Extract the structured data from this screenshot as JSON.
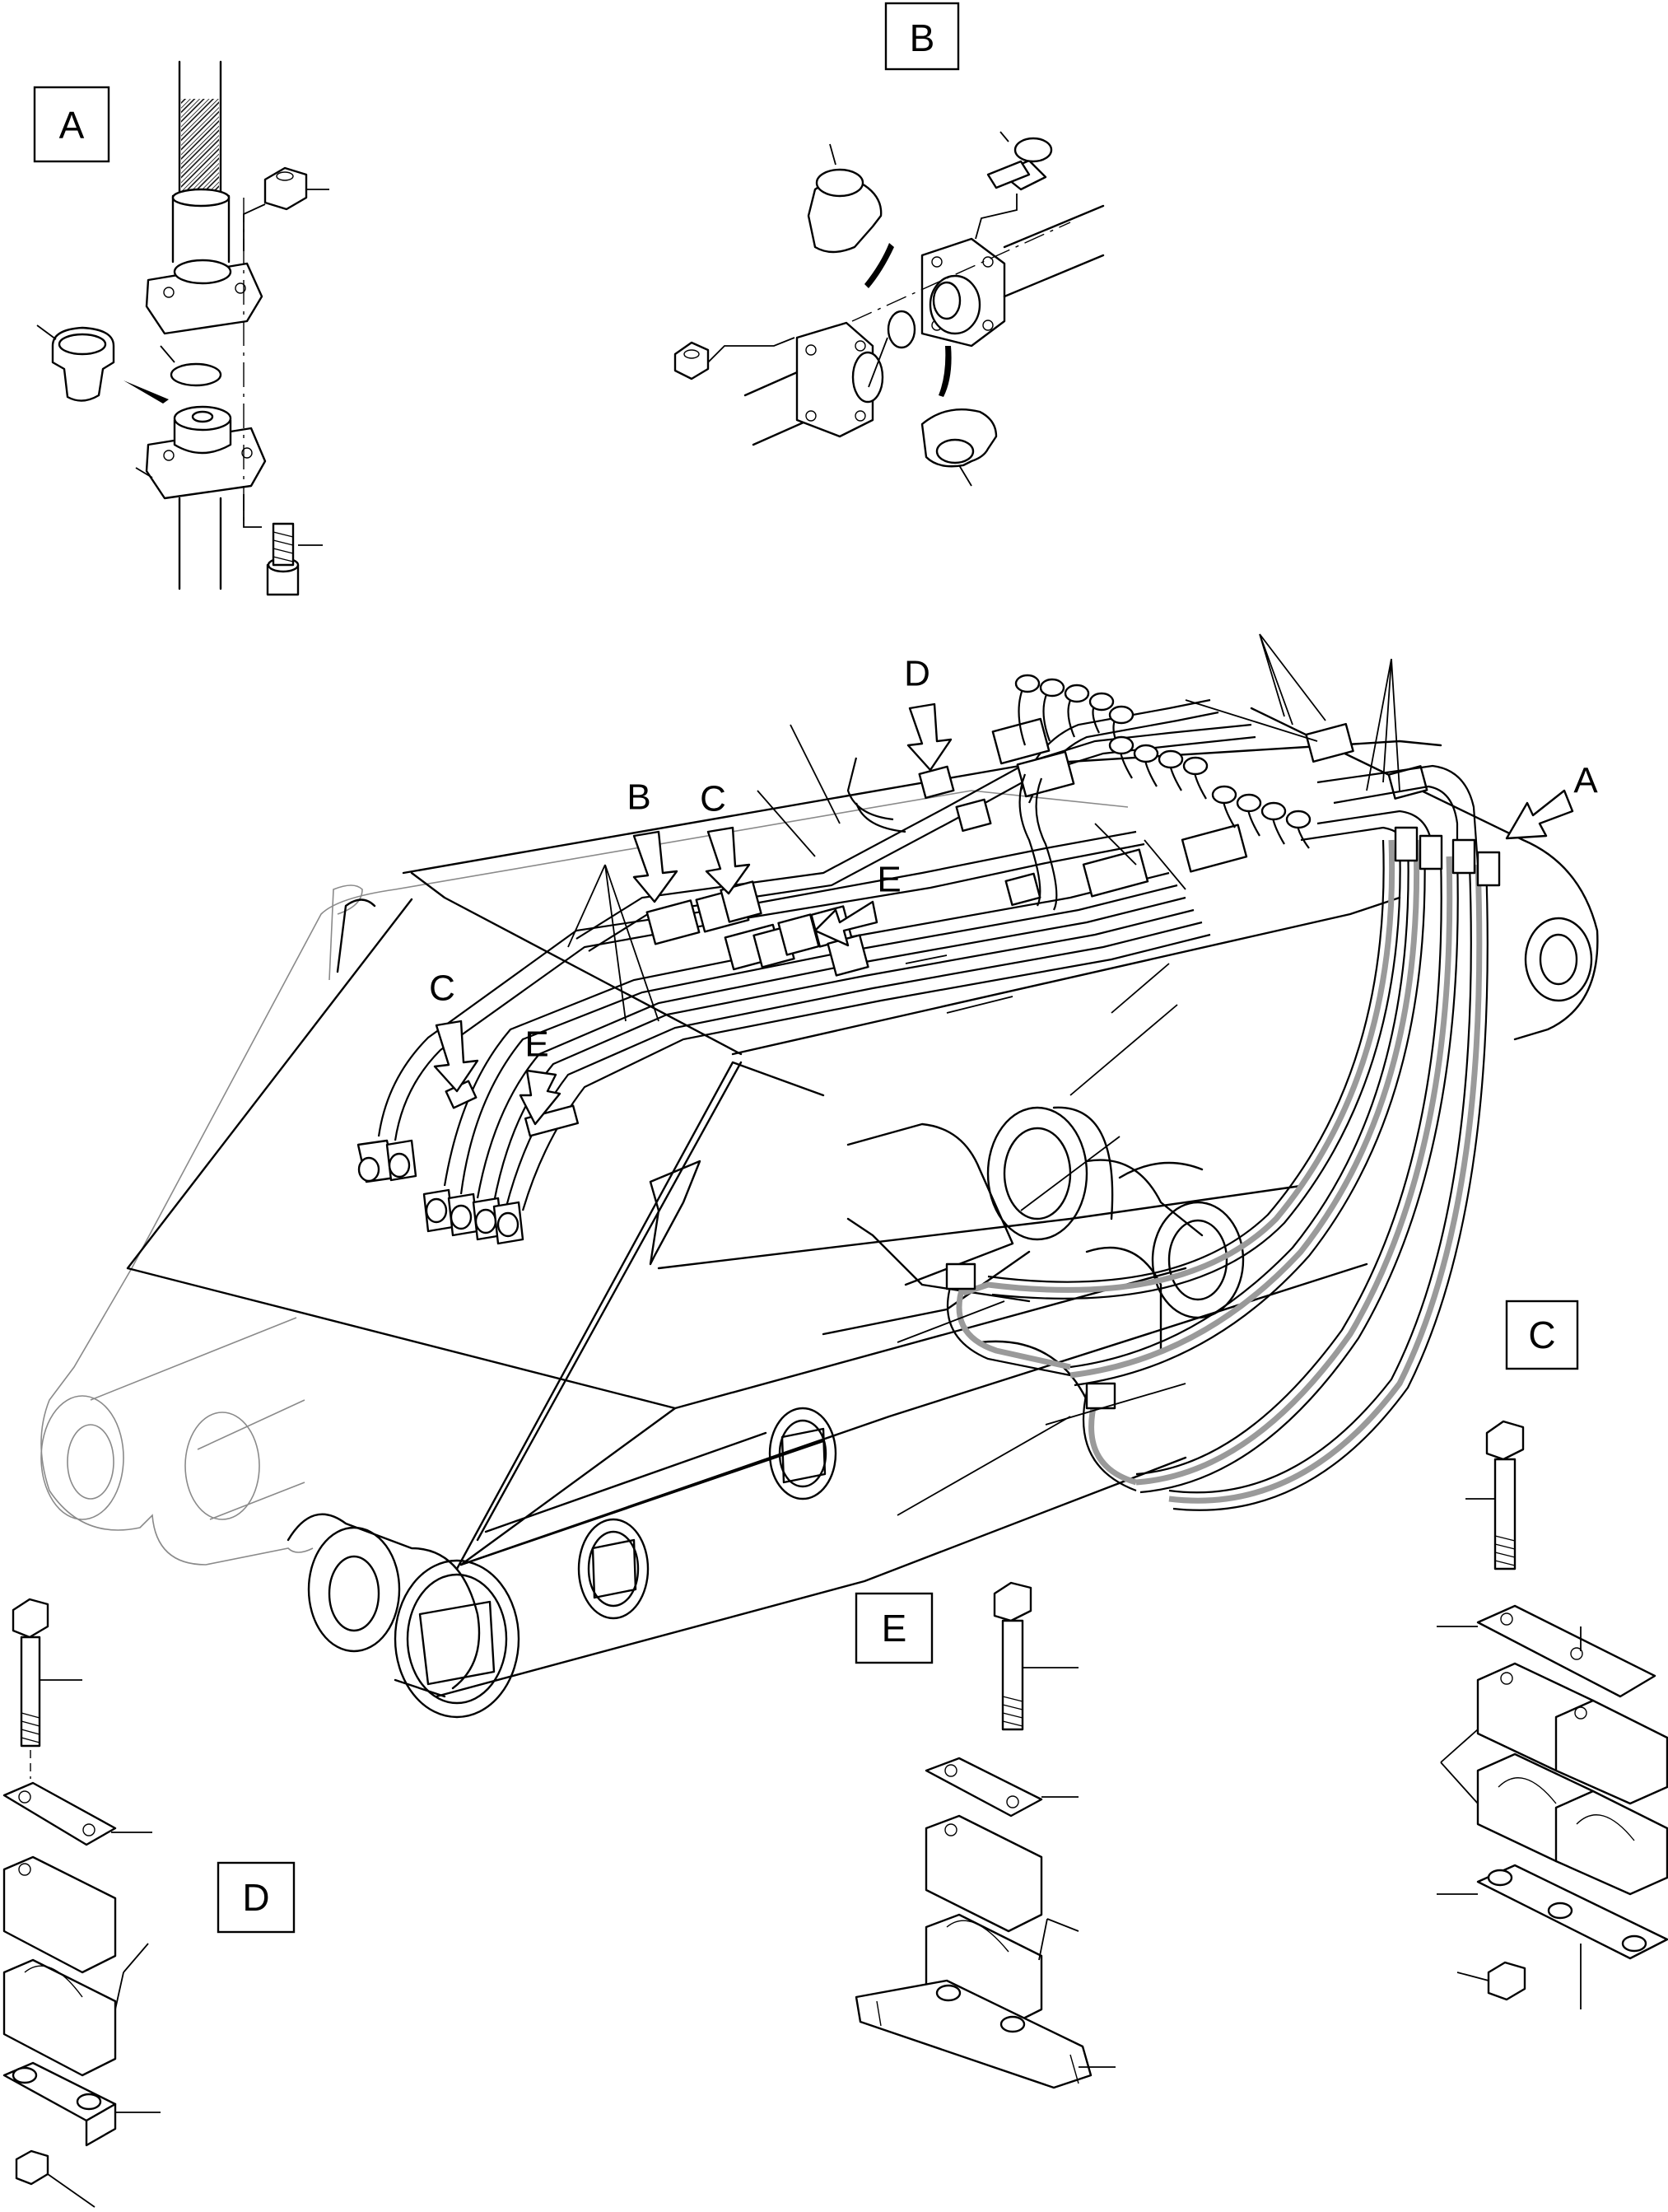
{
  "detail_views": [
    {
      "letter": "A"
    },
    {
      "letter": "B"
    },
    {
      "letter": "C"
    },
    {
      "letter": "D"
    },
    {
      "letter": "E"
    }
  ],
  "callout_arrows": [
    {
      "letter": "A"
    },
    {
      "letter": "B"
    },
    {
      "letter": "C"
    },
    {
      "letter": "C"
    },
    {
      "letter": "D"
    },
    {
      "letter": "E"
    },
    {
      "letter": "E"
    }
  ]
}
